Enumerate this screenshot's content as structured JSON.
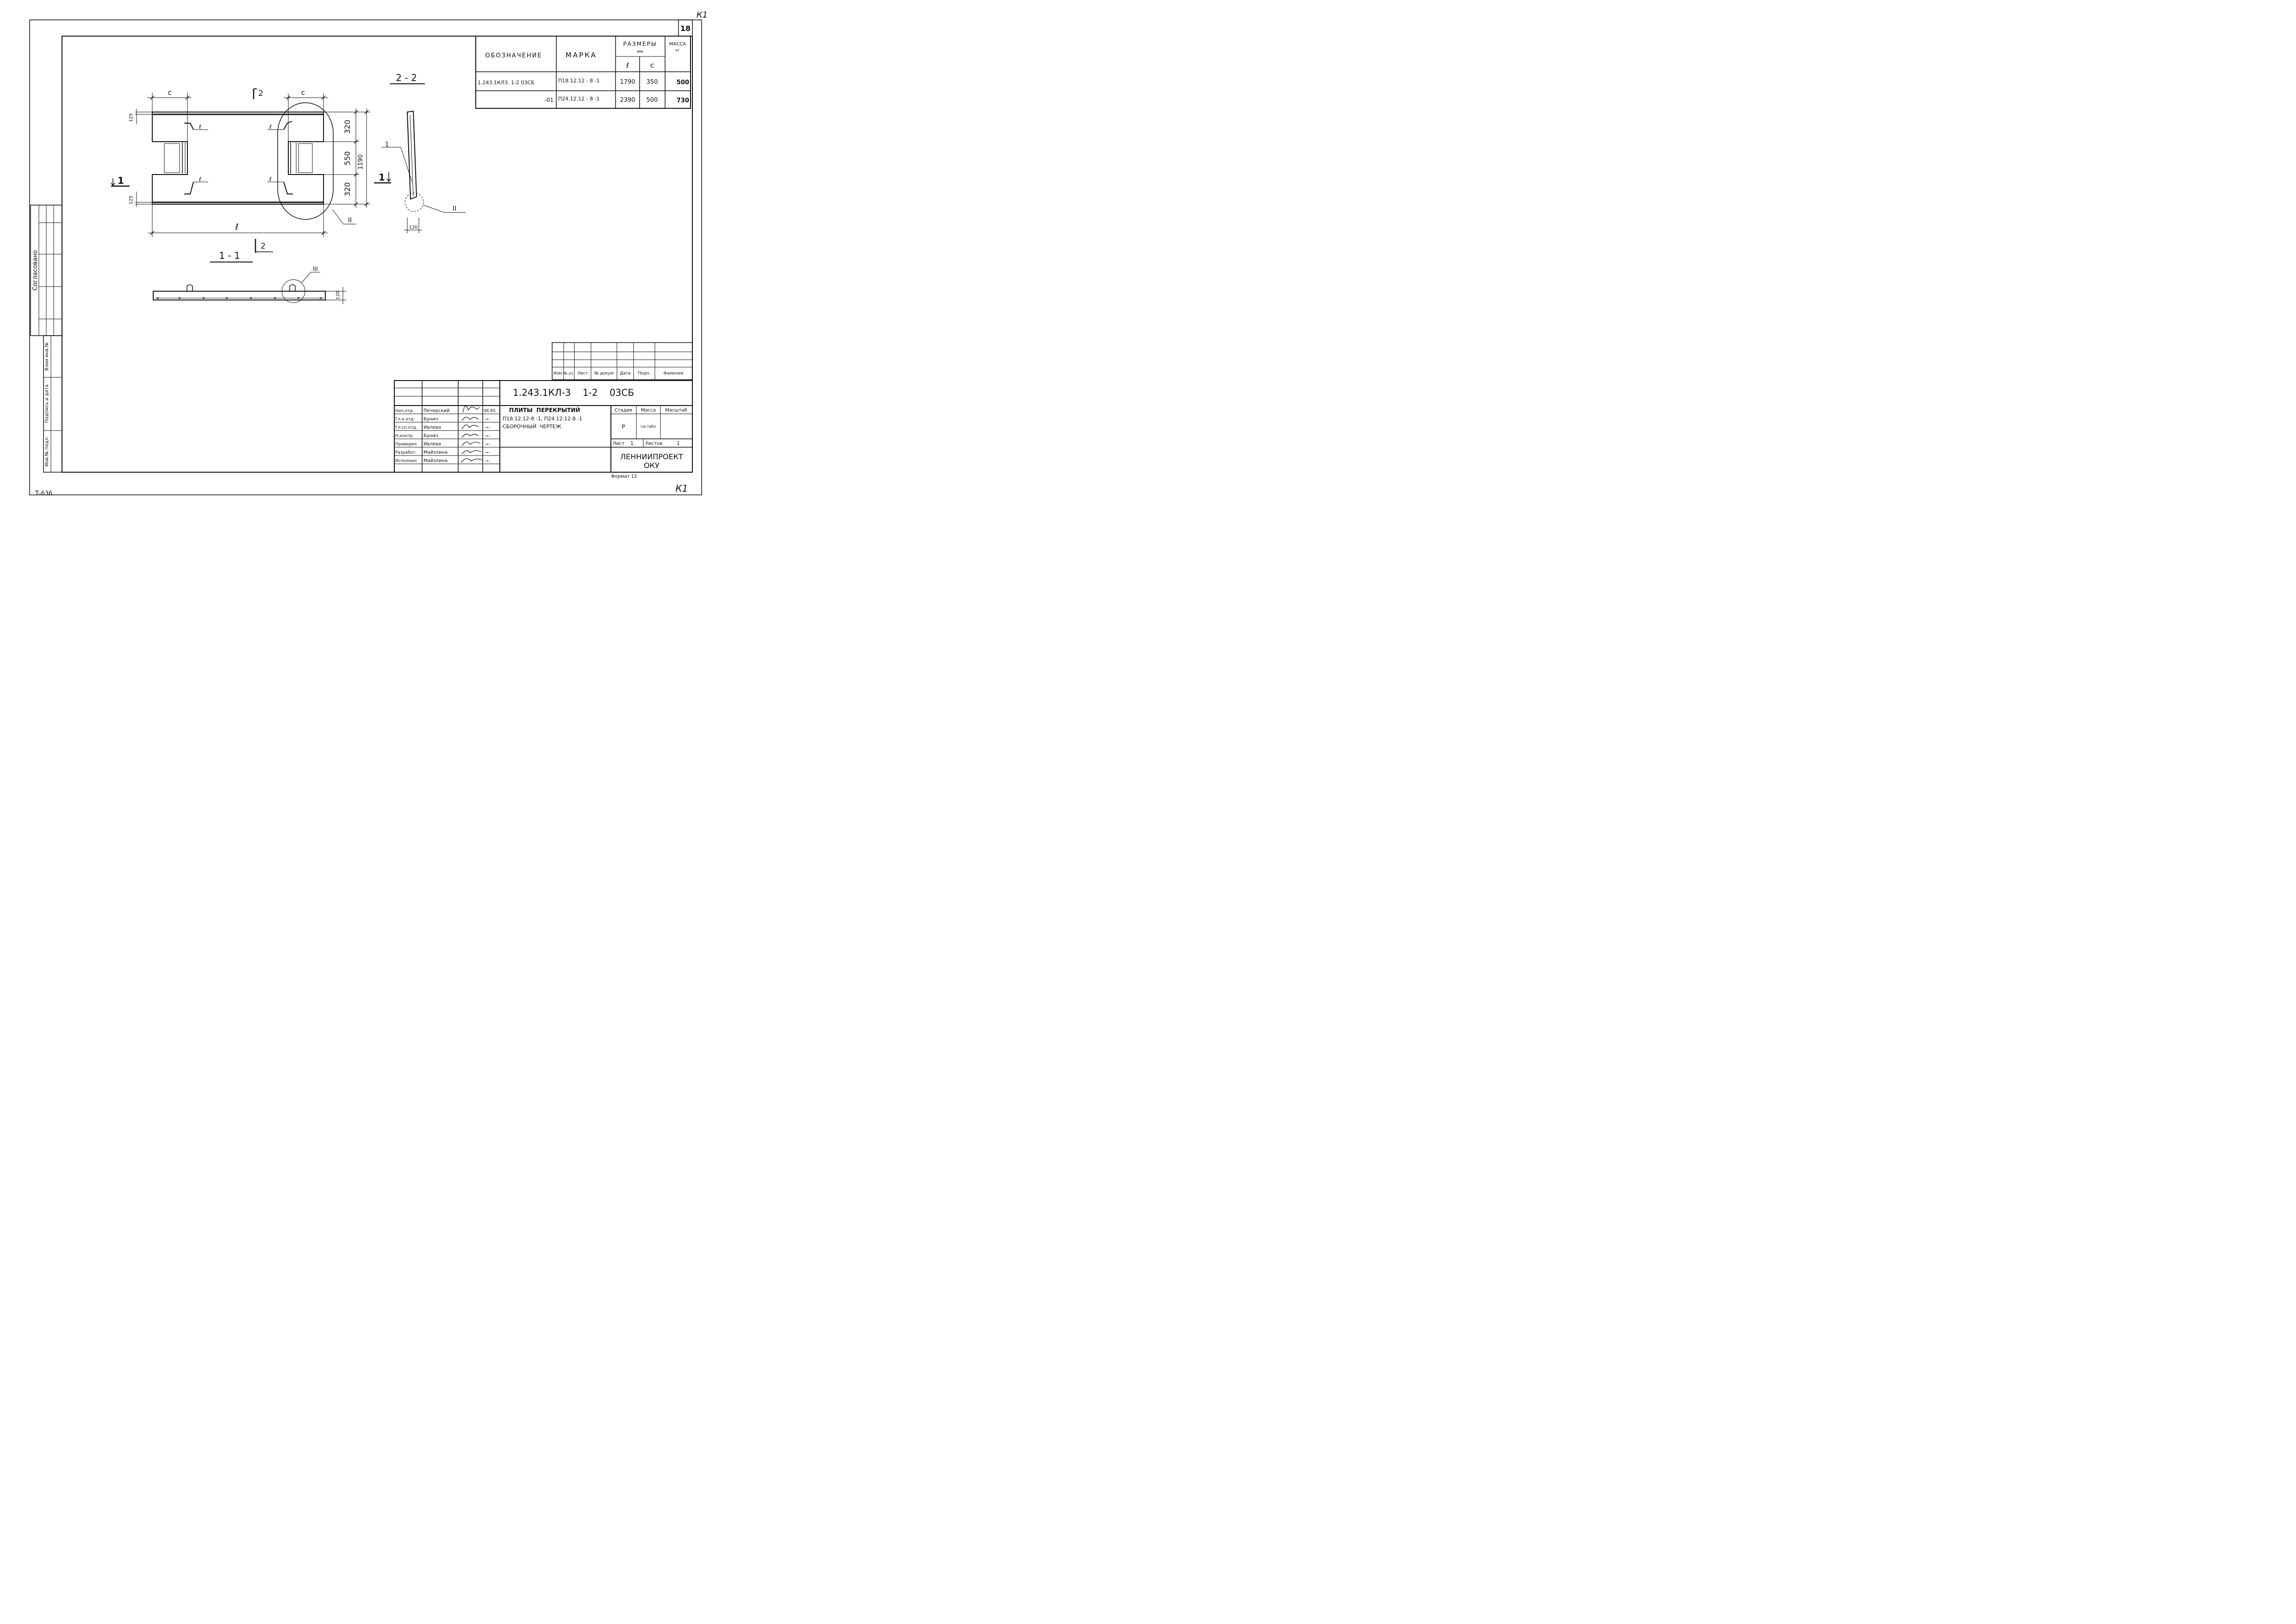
{
  "sheet": {
    "page_number": "18",
    "corner_mark": "К1",
    "archive_number": "Т-636",
    "format": "Формат 12"
  },
  "side_stamp": {
    "agreed": "Согласовано",
    "inv_subst": "Взам инв.№",
    "sign_date": "Подпись и дата",
    "inv_orig": "Инв.№ подл."
  },
  "spec_table": {
    "headers": {
      "designation": "ОБОЗНАЧЕНИЕ",
      "mark": "МАРКА",
      "sizes": "РАЗМЕРЫ",
      "sizes_unit": "мм",
      "l": "ℓ",
      "c": "с",
      "mass": "МАССА",
      "mass_unit": "кг"
    },
    "rows": [
      {
        "designation": "1.243.1КЛ3.  1-2  03СБ",
        "mark": "П18.12.12 - 8  -1",
        "l": "1790",
        "c": "350",
        "mass": "500"
      },
      {
        "designation": "-01",
        "mark": "П24.12.12 - 8  -1",
        "l": "2390",
        "c": "500",
        "mass": "730"
      }
    ]
  },
  "plan": {
    "dim_c": "с",
    "dim_l": "ℓ",
    "edge_125_top": "125",
    "edge_125_bottom": "125",
    "dim_320_top": "320",
    "dim_550": "550",
    "dim_320_bottom": "320",
    "dim_1190": "1190",
    "mark_loop": "ℓ",
    "section_2": "2",
    "section_1": "1",
    "detail_II": "II"
  },
  "section_11": {
    "title": "1 - 1",
    "dim_120": "120",
    "detail_III": "III"
  },
  "section_22": {
    "title": "2 - 2",
    "leader_1": "1",
    "dim_120": "120",
    "detail_II": "II"
  },
  "title_block": {
    "doc_code": "1.243.1КЛ-3    1-2    03СБ",
    "rev_headers": [
      "Изм",
      "№ уч.",
      "Лист",
      "№ докум",
      "Дата",
      "Подп.",
      "Фамилия"
    ],
    "staff": [
      {
        "role": "Нач.отд.",
        "name": "Печерский",
        "date": "06.85"
      },
      {
        "role": "Гл.к.отд.",
        "name": "Бунич",
        "date": "-«-"
      },
      {
        "role": "Гл.сп.отд.",
        "name": "Ивлева",
        "date": "-«-"
      },
      {
        "role": "Н.контр.",
        "name": "Бунич",
        "date": "-«-"
      },
      {
        "role": "Проверил",
        "name": "Ивлева",
        "date": "-«-"
      },
      {
        "role": "Разработ.",
        "name": "Майзлина",
        "date": "-«-"
      },
      {
        "role": "Исполнил",
        "name": "Майзлина",
        "date": "-«-"
      }
    ],
    "title_line1": "ПЛИТЫ  ПЕРЕКРЫТИЙ",
    "title_line2": "П18.12.12-8 -1, П24.12.12-8 -1",
    "title_line3": "СБОРОЧНЫЙ  ЧЕРТЕЖ",
    "stage_label": "Стадия",
    "mass_label": "Масса",
    "scale_label": "Масштаб",
    "stage": "Р",
    "mass": "см.табл",
    "sheet_label": "Лист",
    "sheet_no": "1",
    "sheets_label": "Листов",
    "sheets_no": "1",
    "org_line1": "ЛЕННИИПРОЕКТ",
    "org_line2": "ОКУ"
  }
}
